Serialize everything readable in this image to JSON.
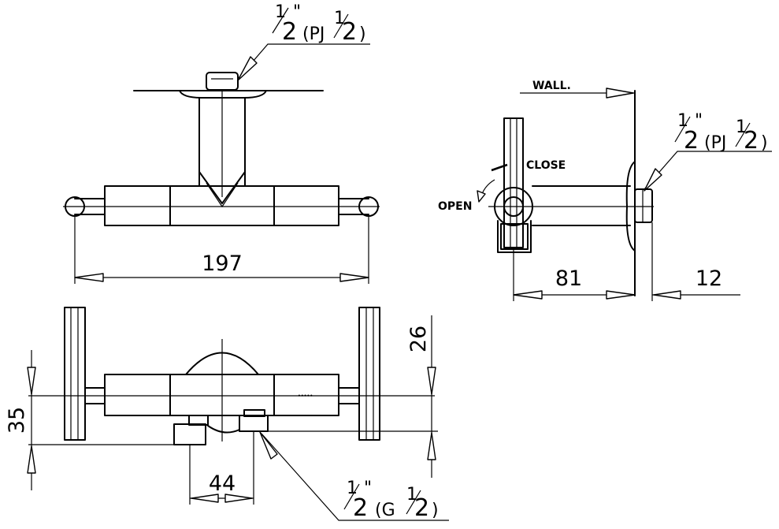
{
  "labels": {
    "wall": "WALL.",
    "close": "CLOSE",
    "open": "OPEN"
  },
  "dimensions": {
    "overall_width": "197",
    "depth_to_wall": "81",
    "outlet_length": "12",
    "inlet_spacing": "44",
    "body_height": "35",
    "handle_offset": "26"
  },
  "fittings": {
    "top_inlet": {
      "numerator": "1",
      "quote": "\"",
      "denominator": "2",
      "thread_prefix": "(PJ",
      "thread_numerator": "1",
      "thread_denominator": "2",
      "thread_suffix": ")"
    },
    "side_inlet": {
      "numerator": "1",
      "quote": "\"",
      "denominator": "2",
      "thread_prefix": "(PJ",
      "thread_numerator": "1",
      "thread_denominator": "2",
      "thread_suffix": ")"
    },
    "bottom_outlet": {
      "numerator": "1",
      "quote": "\"",
      "denominator": "2",
      "thread_prefix": "(G",
      "thread_numerator": "1",
      "thread_denominator": "2",
      "thread_suffix": ")"
    }
  },
  "colors": {
    "line": "#000000",
    "background": "#ffffff"
  }
}
